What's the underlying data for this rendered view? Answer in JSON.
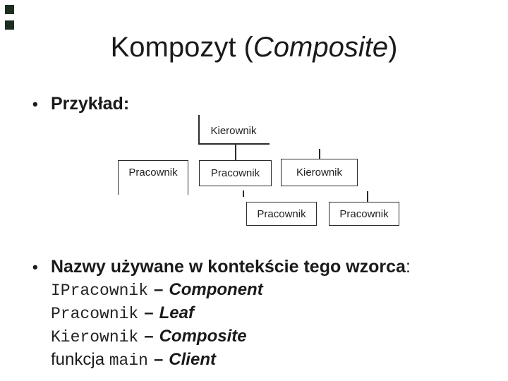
{
  "slide": {
    "background": "#ffffff",
    "text_color": "#1a1a1a",
    "decor": {
      "square_color": "#1d2d20"
    },
    "title": {
      "prefix": "Kompozyt (",
      "emphasis": "Composite",
      "suffix": ")"
    },
    "bullet_glyph": "•",
    "example_heading": "Przykład:",
    "names_heading": {
      "bold": "Nazwy używane w kontekście tego wzorca",
      "suffix": ":"
    },
    "mappings": [
      {
        "prefix": "",
        "code": "IPracownik",
        "dash": "–",
        "term": "Component"
      },
      {
        "prefix": "",
        "code": "Pracownik",
        "dash": "–",
        "term": "Leaf"
      },
      {
        "prefix": "",
        "code": "Kierownik",
        "dash": "–",
        "term": "Composite"
      },
      {
        "prefix": "funkcja ",
        "code": "main",
        "dash": "–",
        "term": "Client"
      }
    ],
    "diagram": {
      "root_label": "Kierownik",
      "level2": [
        {
          "label": "Pracownik"
        },
        {
          "label": "Pracownik"
        },
        {
          "label": "Kierownik"
        }
      ],
      "level3": [
        {
          "label": "Pracownik"
        },
        {
          "label": "Pracownik"
        }
      ]
    }
  }
}
